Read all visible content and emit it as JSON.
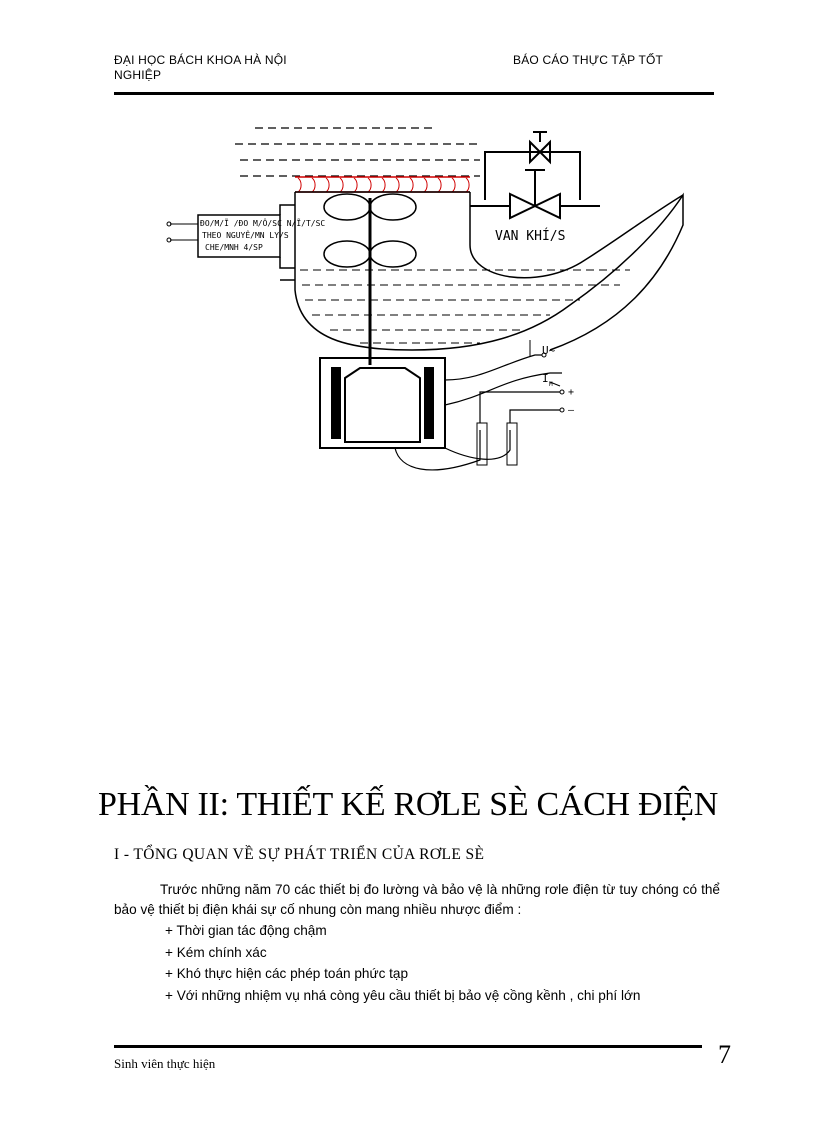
{
  "header": {
    "left_line1": "ĐẠI HỌC BÁCH KHOA HÀ NỘI",
    "left_line2": "NGHIỆP",
    "right": "BÁO CÁO THỰC TẬP TỐT"
  },
  "figure": {
    "box_line1": "ĐO/M/Ĩ /ĐO M/Ô/SC N/Ĩ/T/SC",
    "box_line2": "THEO NGUYÊ/MN LY/S",
    "box_line3": "CHE/MNH 4/SP",
    "valve_label": "VAN KHÍ/S",
    "u_label": "U~",
    "i_label": "I",
    "i_sub": "M",
    "plus": "+",
    "minus": "–"
  },
  "title": "PHẦN II: THIẾT KẾ RƠLE SÈ CÁCH ĐIỆN",
  "section_heading": "I - TỔNG QUAN VỀ SỰ PHÁT TRIỂN CỦA RƠLE SÈ",
  "paragraph": "Trước những năm 70 các thiết bị đo lường và bảo vệ là những rơle điện từ tuy chóng có thể bảo vệ thiết bị điện khái  sự cố nhung còn mang nhiều nhược điểm :",
  "bullets": [
    "+ Thời gian tác động chậm",
    "+ Kém chính xác",
    "+ Khó thực hiện các phép toán phức tạp",
    "+ Với những nhiệm vụ nhá  còng yêu cầu thiết bị bảo vệ cồng kềnh , chi phí lớn"
  ],
  "footer": {
    "left": "Sinh viên  thực hiện",
    "page_number": "7"
  }
}
